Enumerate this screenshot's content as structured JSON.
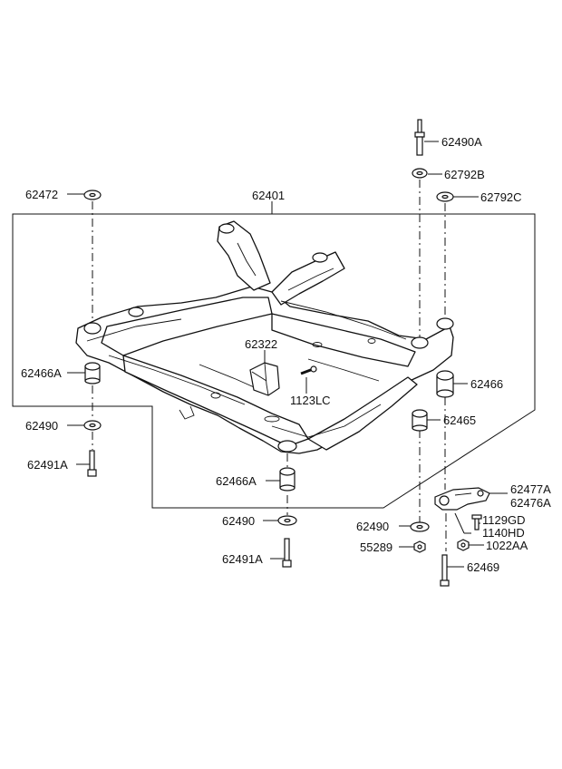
{
  "labels": {
    "p62472": "62472",
    "p62401": "62401",
    "p62490A": "62490A",
    "p62792B": "62792B",
    "p62792C": "62792C",
    "p62322": "62322",
    "p1123LC": "1123LC",
    "p62466A_left": "62466A",
    "p62466": "62466",
    "p62465": "62465",
    "p62490_left": "62490",
    "p62491A_left": "62491A",
    "p62466A_bottom": "62466A",
    "p62490_bottom": "62490",
    "p62491A_bottom": "62491A",
    "p62490_right": "62490",
    "p55289": "55289",
    "p62477A": "62477A",
    "p62476A": "62476A",
    "p1129GD": "1129GD",
    "p1140HD": "1140HD",
    "p1022AA": "1022AA",
    "p62469": "62469"
  }
}
